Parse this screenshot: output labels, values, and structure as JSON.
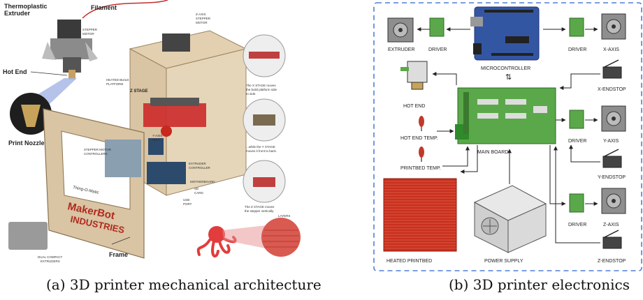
{
  "figure": {
    "caption_a": "(a) 3D printer mechanical architecture",
    "caption_b": "(b) 3D printer electronics"
  },
  "mechanical": {
    "labels": {
      "thermo": "Thermoplastic",
      "extruder": "Extruder",
      "filament": "Filament",
      "stepper_motor": "STEPPER",
      "stepper_motor2": "MOTOR",
      "zaxis_motor1": "Z-AXIS",
      "zaxis_motor2": "STEPPER",
      "zaxis_motor3": "MOTOR",
      "hot_end": "Hot End",
      "print_nozzle": "Print Nozzle",
      "z_stage": "Z STAGE",
      "heated1": "HEATED BUILD",
      "heated2": "PLATFORM",
      "yaxis_belt1": "Y-AXIS",
      "yaxis_belt2": "BELT",
      "stepper_ctrl1": "STEPPER MOTOR",
      "stepper_ctrl2": "CONTROLLERS",
      "extruder_ctrl1": "EXTRUDER",
      "extruder_ctrl2": "CONTROLLER",
      "motherboard": "MOTHERBOARD",
      "sd1": "SD",
      "sd2": "CARD",
      "usb1": "USB",
      "usb2": "PORT",
      "frame": "Frame",
      "dual1": "DUAL COMPACT",
      "dual2": "EXTRUDERS",
      "layers": "LAYERS",
      "brand1": "MakerBot",
      "brand2": "INDUSTRIES",
      "thing": "Thing-O-Matic",
      "xstage1": "The X STAGE moves",
      "xstage2": "the build platform side",
      "xstage3": "to side.",
      "ystage1": "...while the Y STAGE",
      "ystage2": "moves it front to back.",
      "zstage1": "The Z STAGE moves",
      "zstage2": "the stepper vertically."
    }
  },
  "electronics": {
    "components": {
      "extruder": "EXTRUDER",
      "driver_ext": "DRIVER",
      "microcontroller": "MICROCONTROLLER",
      "driver_x": "DRIVER",
      "x_axis": "X-AXIS",
      "x_endstop": "X-ENDSTOP",
      "hot_end": "HOT END",
      "hot_end_temp": "HOT END TEMP.",
      "main_board": "MAIN BOARD",
      "driver_y": "DRIVER",
      "y_axis": "Y-AXIS",
      "y_endstop": "Y-ENDSTOP",
      "printbed_temp": "PRINTBED TEMP.",
      "driver_z": "DRIVER",
      "z_axis": "Z-AXIS",
      "heated_printbed": "HEATED PRINTBED",
      "power_supply": "POWER SUPPLY",
      "z_endstop": "Z-ENDSTOP"
    }
  },
  "colors": {
    "frame_wood": "#d9c4a3",
    "brand_red": "#c8281e",
    "nozzle_blue": "#7f9be0",
    "board_green": "#5aa84a",
    "arduino_blue": "#3356a3",
    "printbed_red": "#c8301e",
    "dash_blue": "#4f7fd6"
  }
}
